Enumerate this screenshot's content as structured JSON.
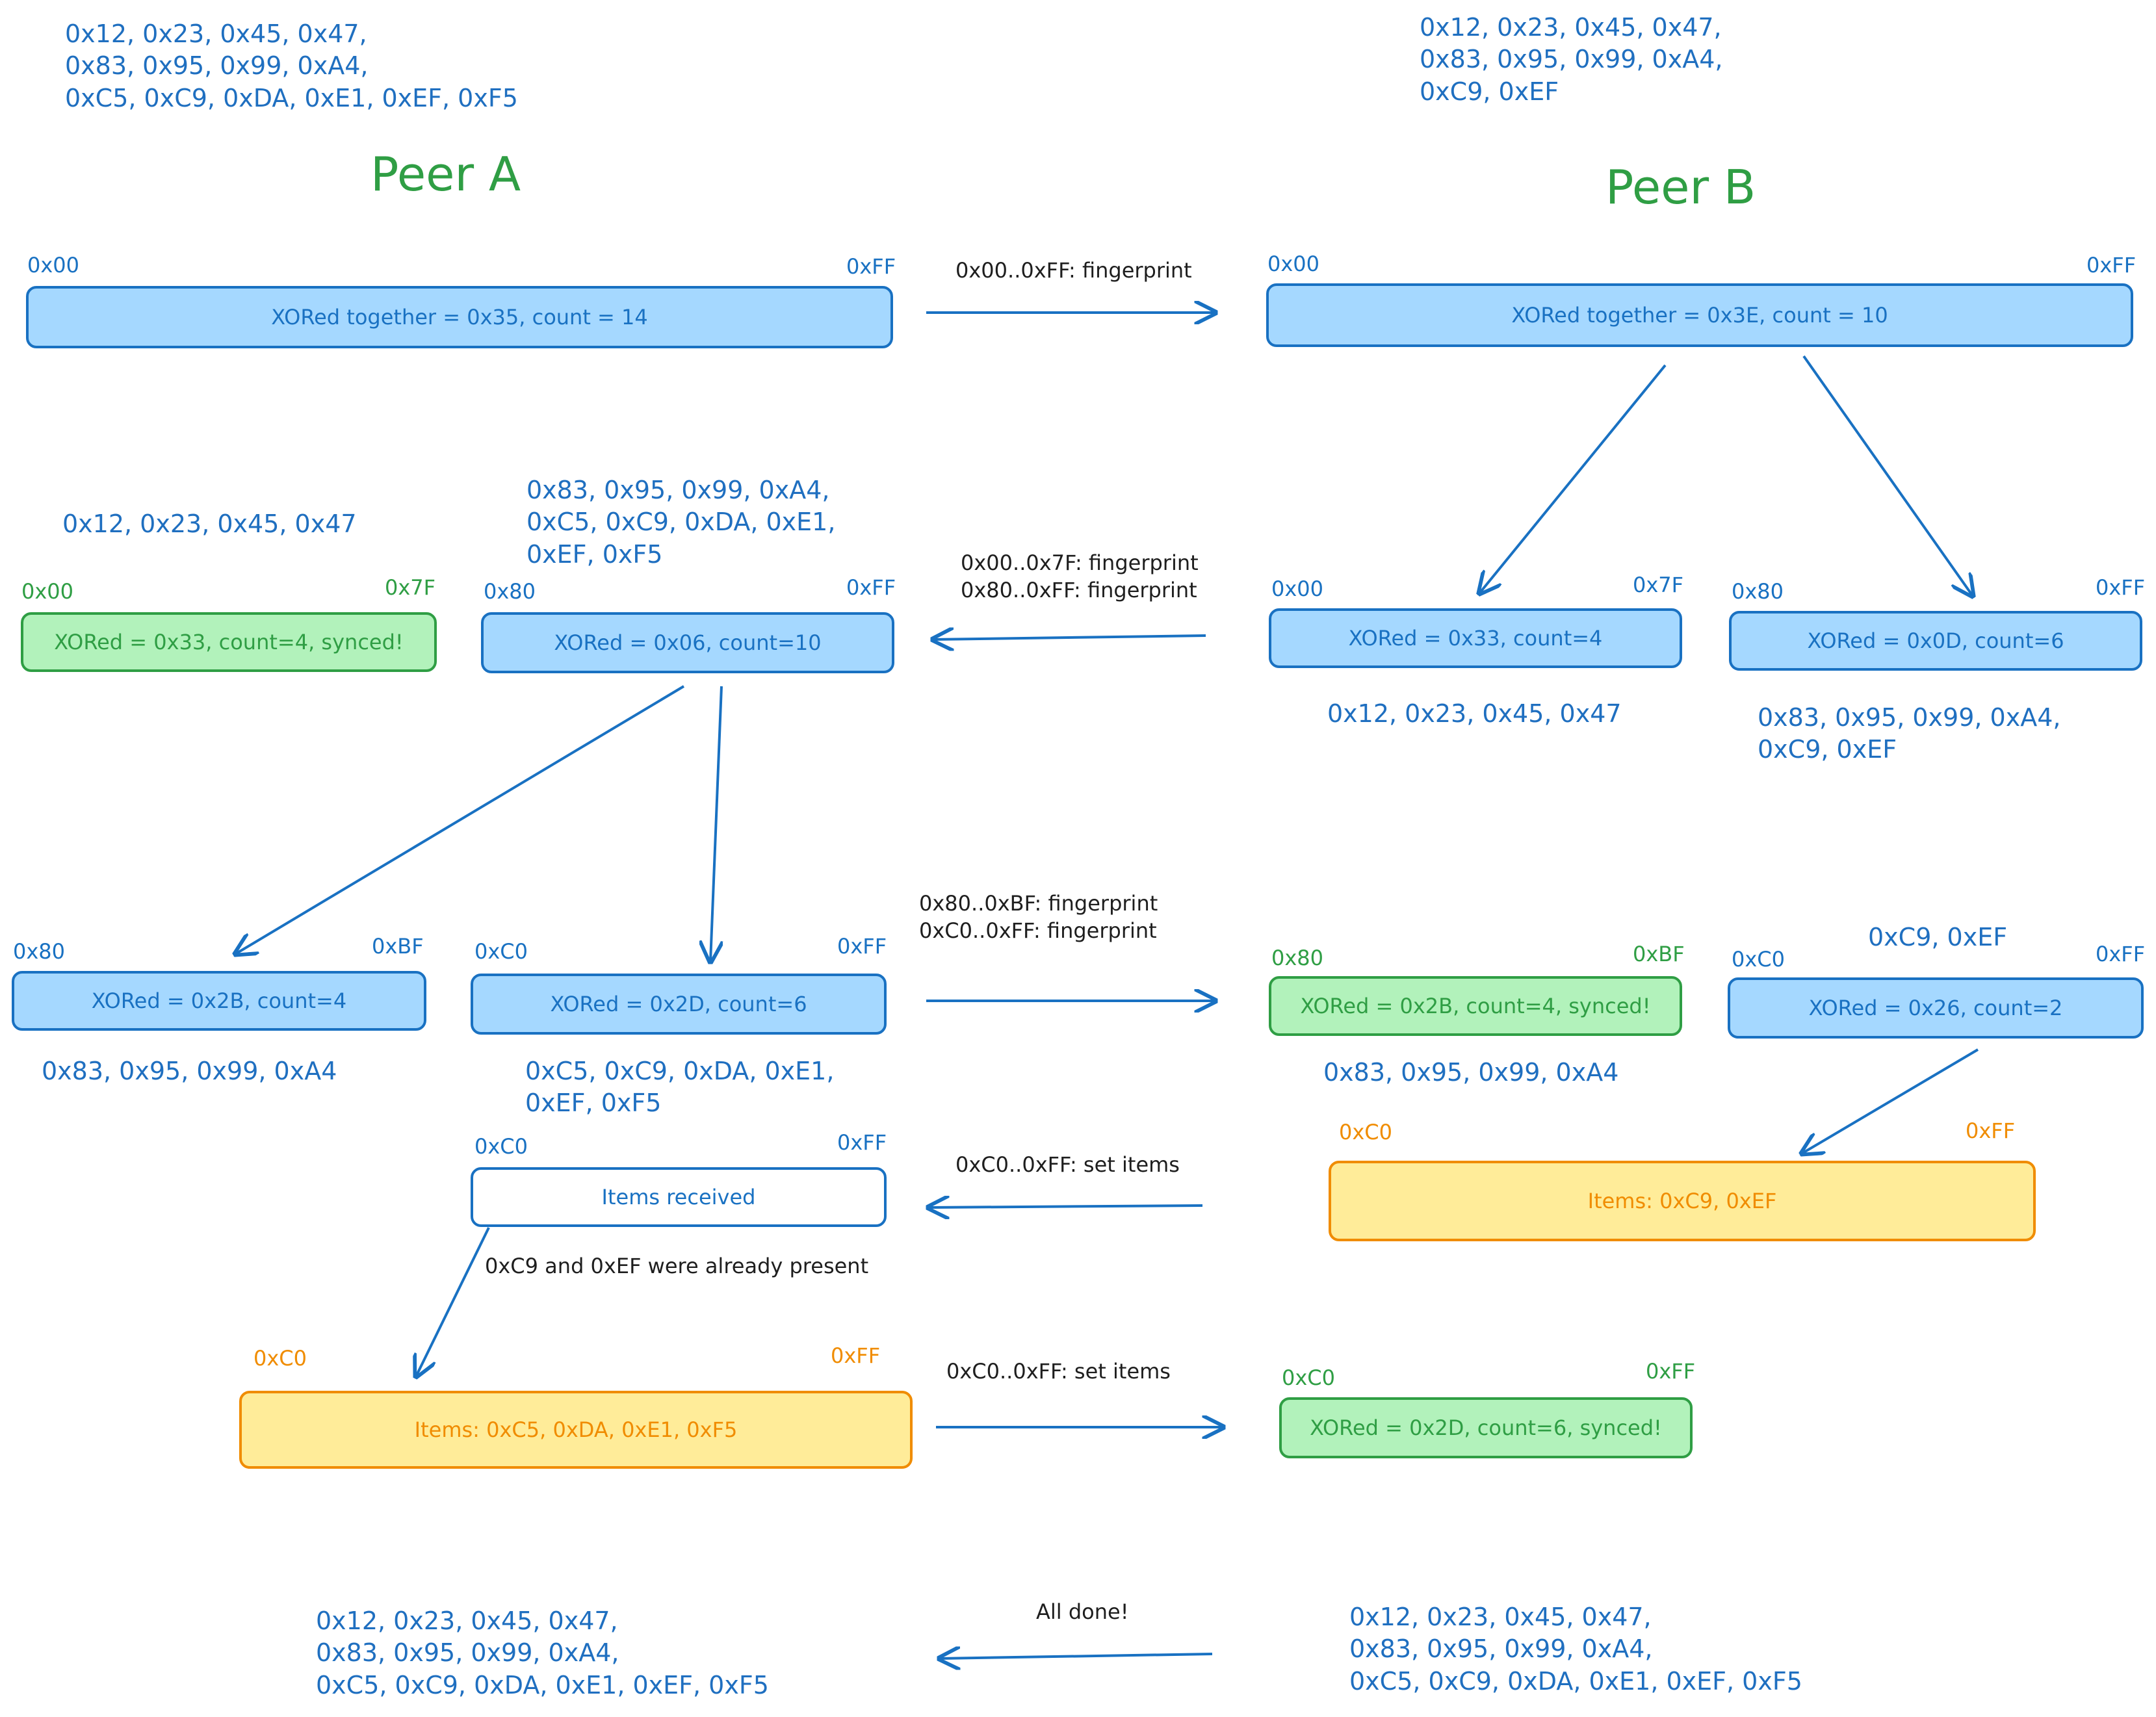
{
  "peer_a": {
    "title": "Peer A",
    "initial_set": "0x12, 0x23, 0x45, 0x47,\n0x83, 0x95, 0x99, 0xA4,\n0xC5, 0xC9, 0xDA, 0xE1, 0xEF, 0xF5",
    "root": {
      "lo": "0x00",
      "hi": "0xFF",
      "text": "XORed together = 0x35, count = 14"
    },
    "low_set": "0x12, 0x23, 0x45, 0x47",
    "low": {
      "lo": "0x00",
      "hi": "0x7F",
      "text": "XORed = 0x33, count=4, synced!"
    },
    "high_set": "0x83, 0x95, 0x99, 0xA4,\n0xC5, 0xC9, 0xDA, 0xE1,\n0xEF, 0xF5",
    "high": {
      "lo": "0x80",
      "hi": "0xFF",
      "text": "XORed = 0x06, count=10"
    },
    "q3": {
      "lo": "0x80",
      "hi": "0xBF",
      "text": "XORed = 0x2B, count=4"
    },
    "q3_set": "0x83, 0x95, 0x99, 0xA4",
    "q4": {
      "lo": "0xC0",
      "hi": "0xFF",
      "text": "XORed = 0x2D, count=6"
    },
    "q4_set": "0xC5, 0xC9, 0xDA, 0xE1,\n0xEF, 0xF5",
    "received": {
      "lo": "0xC0",
      "hi": "0xFF",
      "text": "Items received"
    },
    "received_note": "0xC9 and 0xEF were already present",
    "items": {
      "lo": "0xC0",
      "hi": "0xFF",
      "text": "Items: 0xC5, 0xDA, 0xE1, 0xF5"
    },
    "final_set": "0x12, 0x23, 0x45, 0x47,\n0x83, 0x95, 0x99, 0xA4,\n0xC5, 0xC9, 0xDA, 0xE1, 0xEF, 0xF5"
  },
  "peer_b": {
    "title": "Peer B",
    "initial_set": "0x12, 0x23, 0x45, 0x47,\n0x83, 0x95, 0x99, 0xA4,\n0xC9, 0xEF",
    "root": {
      "lo": "0x00",
      "hi": "0xFF",
      "text": "XORed together = 0x3E, count = 10"
    },
    "low": {
      "lo": "0x00",
      "hi": "0x7F",
      "text": "XORed = 0x33, count=4"
    },
    "low_set": "0x12, 0x23, 0x45, 0x47",
    "high": {
      "lo": "0x80",
      "hi": "0xFF",
      "text": "XORed = 0x0D, count=6"
    },
    "high_set": "0x83, 0x95, 0x99, 0xA4,\n0xC9, 0xEF",
    "q3": {
      "lo": "0x80",
      "hi": "0xBF",
      "text": "XORed = 0x2B, count=4, synced!"
    },
    "q3_set": "0x83, 0x95, 0x99, 0xA4",
    "q4": {
      "lo": "0xC0",
      "hi": "0xFF",
      "text": "XORed = 0x26, count=2"
    },
    "q4_set": "0xC9, 0xEF",
    "items": {
      "lo": "0xC0",
      "hi": "0xFF",
      "text": "Items: 0xC9, 0xEF"
    },
    "final_q4": {
      "lo": "0xC0",
      "hi": "0xFF",
      "text": "XORed = 0x2D, count=6, synced!"
    },
    "final_set": "0x12, 0x23, 0x45, 0x47,\n0x83, 0x95, 0x99, 0xA4,\n0xC5, 0xC9, 0xDA, 0xE1, 0xEF, 0xF5"
  },
  "messages": {
    "m1": "0x00..0xFF: fingerprint",
    "m2": "0x00..0x7F: fingerprint\n0x80..0xFF: fingerprint",
    "m3": "0x80..0xBF: fingerprint\n0xC0..0xFF: fingerprint",
    "m4": "0xC0..0xFF: set items",
    "m5": "0xC0..0xFF: set items",
    "m6": "All done!"
  },
  "colors": {
    "blue_stroke": "#1971c2",
    "blue_fill": "#a5d8ff",
    "green_stroke": "#2f9e44",
    "green_fill": "#b2f2bb",
    "orange_stroke": "#f08c00",
    "orange_fill": "#ffec99"
  }
}
